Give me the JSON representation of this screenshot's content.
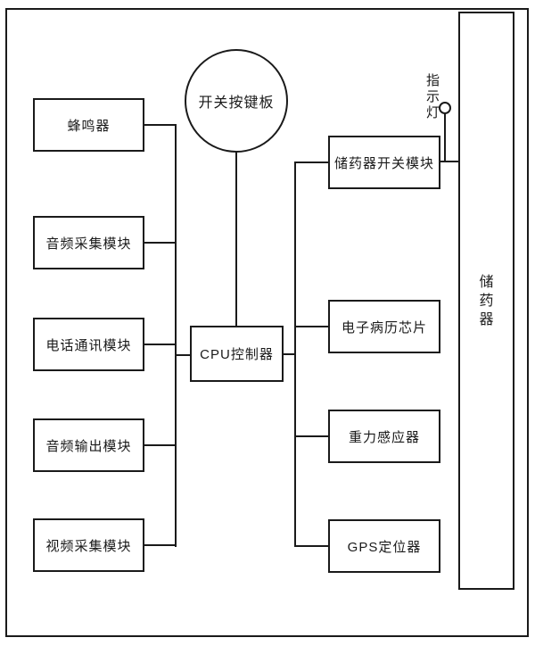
{
  "figure": {
    "background_color": "#ffffff",
    "line_color": "#1a1a1a",
    "nodes": {
      "switch_board": "开关按键板",
      "left_modules": [
        "蜂鸣器",
        "音频采集模块",
        "电话通讯模块",
        "音频输出模块",
        "视频采集模块"
      ],
      "cpu": "CPU控制器",
      "right_modules": [
        "储药器开关模块",
        "电子病历芯片",
        "重力感应器",
        "GPS定位器"
      ],
      "medicine_storage": "储药器",
      "indicator_label": "指示灯"
    }
  }
}
